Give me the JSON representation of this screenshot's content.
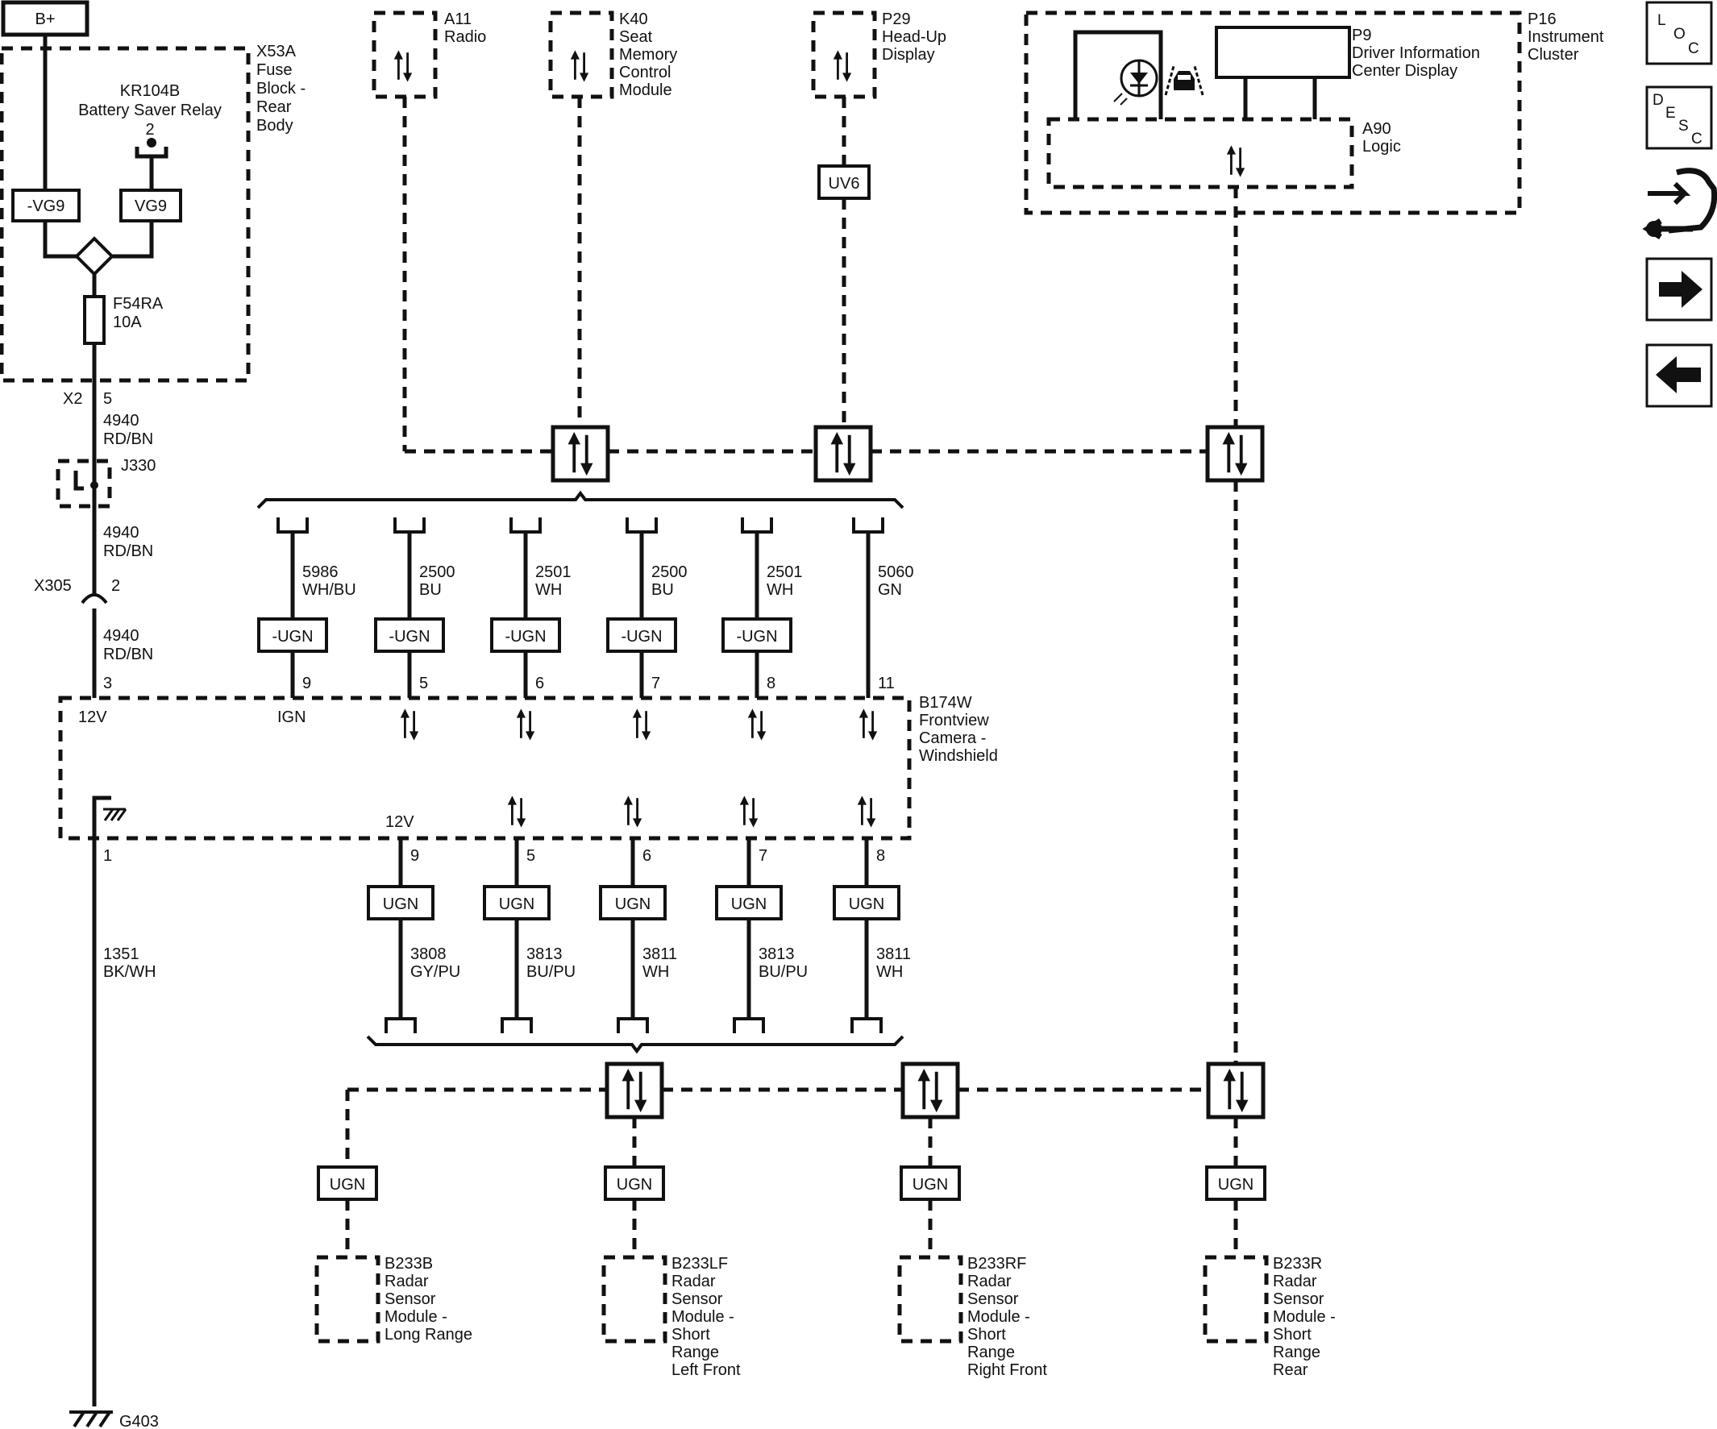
{
  "power": {
    "bplus": "B+"
  },
  "fuse_block": {
    "id": "X53A",
    "name": [
      "Fuse",
      "Block -",
      "Rear",
      "Body"
    ],
    "relay_id": "KR104B",
    "relay_name": "Battery Saver Relay",
    "relay_pin": "2",
    "left_label": "-VG9",
    "right_label": "VG9",
    "fuse_id": "F54RA",
    "fuse_rating": "10A"
  },
  "b_plus_circuit": {
    "conn_x2": "X2",
    "pin_x2": "5",
    "wire1_num": "4940",
    "wire1_color": "RD/BN",
    "splice": "J330",
    "wire2_num": "4940",
    "wire2_color": "RD/BN",
    "conn_x305": "X305",
    "pin_x305": "2",
    "wire3_num": "4940",
    "wire3_color": "RD/BN",
    "pin_cam": "3",
    "pin_cam_label": "12V"
  },
  "modules_top": [
    {
      "id": "A11",
      "name": [
        "Radio"
      ]
    },
    {
      "id": "K40",
      "name": [
        "Seat",
        "Memory",
        "Control",
        "Module"
      ]
    },
    {
      "id": "P29",
      "name": [
        "Head-Up",
        "Display"
      ],
      "label": "UV6"
    }
  ],
  "cluster": {
    "id": "P16",
    "name": [
      "Instrument",
      "Cluster"
    ],
    "dic_id": "P9",
    "dic_name": [
      "Driver Information",
      "Center Display"
    ],
    "logic_id": "A90",
    "logic_name": "Logic"
  },
  "camera": {
    "id": "B174W",
    "name": [
      "Frontview",
      "Camera -",
      "Windshield"
    ],
    "ign_label": "IGN",
    "lower_12v": "12V",
    "ground_pin": "1"
  },
  "upper_wires": [
    {
      "num": "5986",
      "color": "WH/BU",
      "option": "-UGN",
      "pin": "9"
    },
    {
      "num": "2500",
      "color": "BU",
      "option": "-UGN",
      "pin": "5"
    },
    {
      "num": "2501",
      "color": "WH",
      "option": "-UGN",
      "pin": "6"
    },
    {
      "num": "2500",
      "color": "BU",
      "option": "-UGN",
      "pin": "7"
    },
    {
      "num": "2501",
      "color": "WH",
      "option": "-UGN",
      "pin": "8"
    },
    {
      "num": "5060",
      "color": "GN",
      "option": "",
      "pin": "11"
    }
  ],
  "lower_wires": [
    {
      "num": "3808",
      "color": "GY/PU",
      "option": "UGN",
      "pin": "9"
    },
    {
      "num": "3813",
      "color": "BU/PU",
      "option": "UGN",
      "pin": "5"
    },
    {
      "num": "3811",
      "color": "WH",
      "option": "UGN",
      "pin": "6"
    },
    {
      "num": "3813",
      "color": "BU/PU",
      "option": "UGN",
      "pin": "7"
    },
    {
      "num": "3811",
      "color": "WH",
      "option": "UGN",
      "pin": "8"
    }
  ],
  "ground_wire": {
    "num": "1351",
    "color": "BK/WH",
    "ground": "G403"
  },
  "radar": [
    {
      "option": "UGN",
      "id": "B233B",
      "name": [
        "Radar",
        "Sensor",
        "Module -",
        "Long Range"
      ]
    },
    {
      "option": "UGN",
      "id": "B233LF",
      "name": [
        "Radar",
        "Sensor",
        "Module -",
        "Short",
        "Range",
        "Left Front"
      ]
    },
    {
      "option": "UGN",
      "id": "B233RF",
      "name": [
        "Radar",
        "Sensor",
        "Module -",
        "Short",
        "Range",
        "Right Front"
      ]
    },
    {
      "option": "UGN",
      "id": "B233R",
      "name": [
        "Radar",
        "Sensor",
        "Module -",
        "Short",
        "Range",
        "Rear"
      ]
    }
  ],
  "nav": {
    "loc": [
      "L",
      "O",
      "C"
    ],
    "desc": [
      "D",
      "E",
      "S",
      "C"
    ],
    "icons": [
      "wiring-tool-icon",
      "arrow-right-icon",
      "arrow-left-icon"
    ]
  }
}
